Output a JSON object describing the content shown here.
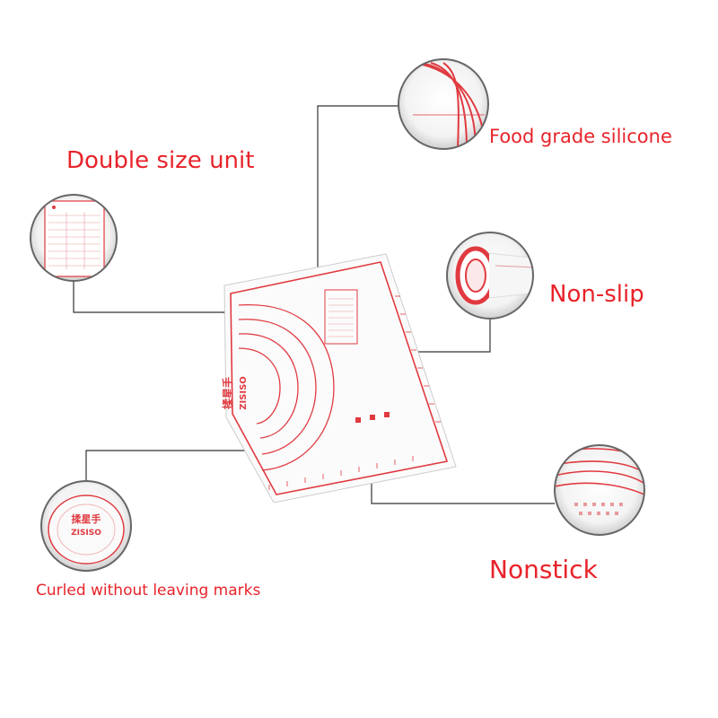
{
  "labels": {
    "double_size_unit": "Double size unit",
    "food_grade_silicone": "Food grade silicone",
    "non_slip": "Non-slip",
    "nonstick": "Nonstick",
    "curled_without_marks": "Curled without leaving marks"
  },
  "mat_brand_cn": "揉星手",
  "mat_brand": "ZISISO",
  "colors": {
    "label_red": "#e8232a",
    "mat_red": "#e03a40",
    "line": "#333333"
  }
}
